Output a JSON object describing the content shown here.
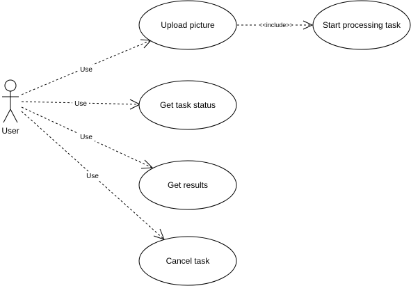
{
  "actor": {
    "label": "User"
  },
  "use_cases": {
    "upload": "Upload picture",
    "processing": "Start processing task",
    "status": "Get task status",
    "results": "Get results",
    "cancel": "Cancel task"
  },
  "edges": {
    "use_upload": "Use",
    "use_status": "Use",
    "use_results": "Use",
    "use_cancel": "Use",
    "include": "<<include>>"
  }
}
